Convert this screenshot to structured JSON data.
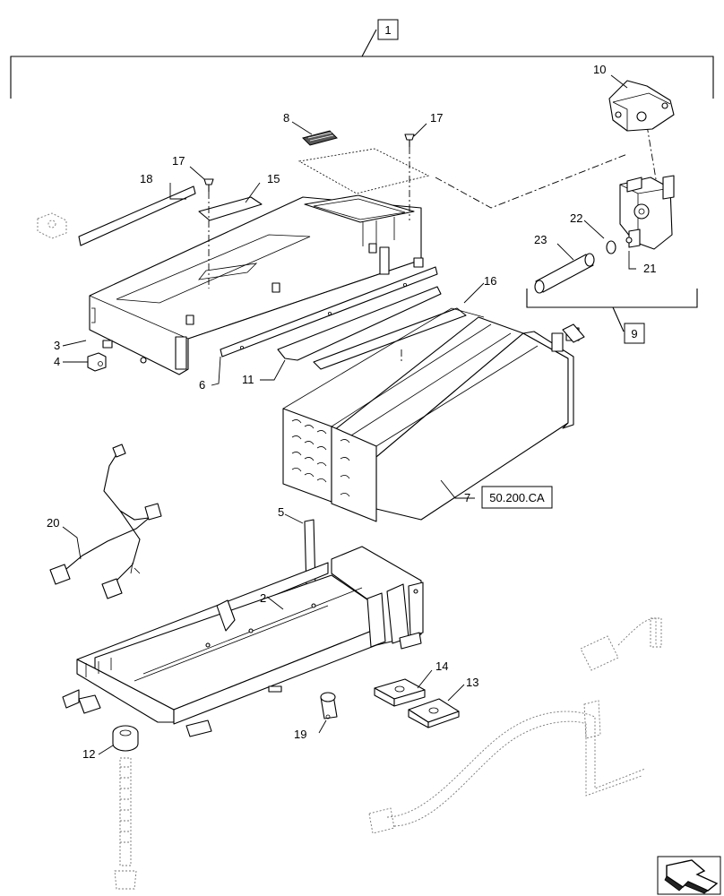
{
  "callouts": {
    "c1": "1",
    "c2": "2",
    "c3": "3",
    "c4": "4",
    "c5": "5",
    "c6": "6",
    "c7": "7",
    "c8": "8",
    "c9": "9",
    "c10": "10",
    "c11": "11",
    "c12": "12",
    "c13": "13",
    "c14": "14",
    "c15": "15",
    "c16": "16",
    "c17a": "17",
    "c17b": "17",
    "c18": "18",
    "c19": "19",
    "c20": "20",
    "c21": "21",
    "c22": "22",
    "c23": "23"
  },
  "reference_box": {
    "label": "50.200.CA"
  },
  "nav_icon": "next-page-arrow-icon"
}
